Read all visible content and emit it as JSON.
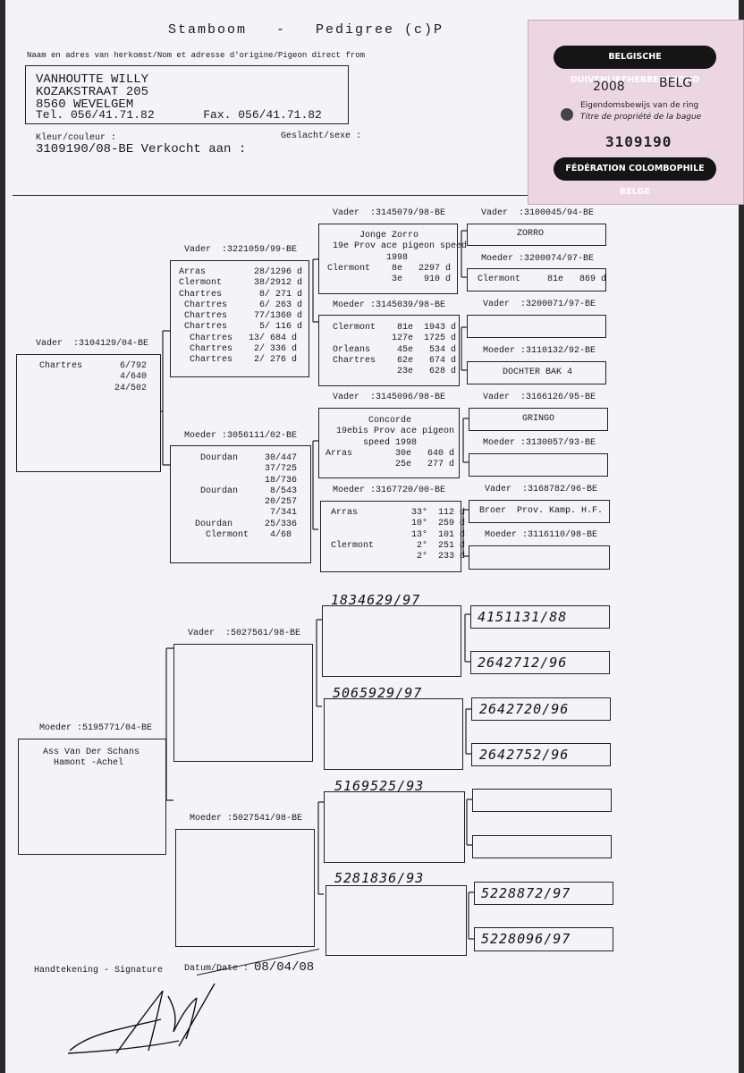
{
  "header": {
    "title": "Stamboom   -   Pedigree (c)P"
  },
  "origin": {
    "label": "Naam en adres van herkomst/Nom et adresse d'origine/Pigeon direct from",
    "lines": [
      "VANHOUTTE WILLY",
      "KOZAKSTRAAT 205",
      "8560 WEVELGEM",
      "Tel. 056/41.71.82       Fax. 056/41.71.82"
    ]
  },
  "color_label": "Kleur/couleur :",
  "sex_label": "Geslacht/sexe :",
  "pigeon_line": "3109190/08-BE Verkocht aan :",
  "ticket": {
    "top_banner": "BELGISCHE DUIVENLIEFHEBBERSBOND",
    "year": "2008",
    "country": "BELG",
    "line1": "Eigendomsbewijs van de ring",
    "line2": "Titre de propriété de la bague",
    "number": "3109190",
    "bottom_banner": "FÉDÉRATION COLOMBOPHILE BELGE"
  },
  "gen1": {
    "father": {
      "label": "Vader  :3104129/04-BE",
      "records": "Chartres       6/792\n               4/640\n              24/502"
    },
    "mother": {
      "label": "Moeder :5195771/04-BE",
      "records": "  Ass Van Der Schans\n    Hamont -Achel"
    }
  },
  "gen2": {
    "ff": {
      "label": "Vader  :3221059/99-BE",
      "records": "Arras         28/1296 d\nClermont      38/2912 d\nChartres       8/ 271 d\n Chartres      6/ 263 d\n Chartres     77/1360 d\n Chartres      5/ 116 d\n  Chartres   13/ 684 d\n  Chartres    2/ 336 d\n  Chartres    2/ 276 d"
    },
    "fm": {
      "label": "Moeder :3056111/02-BE",
      "records": "    Dourdan     30/447\n                37/725\n                18/736\n    Dourdan      8/543\n                20/257\n                 7/341\n   Dourdan      25/336\n     Clermont    4/68"
    },
    "mf": {
      "label": "Vader  :5027561/98-BE"
    },
    "mm": {
      "label": "Moeder :5027541/98-BE"
    }
  },
  "gen3": {
    "fff": {
      "label": "Vader  :3145079/98-BE",
      "records": "       Jonge Zorro\n  19e Prov ace pigeon speed\n            1998\n Clermont    8e   2297 d\n             3e    910 d"
    },
    "ffm": {
      "label": "Moeder :3145039/98-BE",
      "records": "Clermont    81e  1943 d\n           127e  1725 d\nOrleans     45e   534 d\nChartres    62e   674 d\n            23e   628 d"
    },
    "fmf": {
      "label": "Vader  :3145096/98-BE",
      "records": "        Concorde\n  19ebis Prov ace pigeon\n       speed 1998\nArras        30e   640 d\n             25e   277 d"
    },
    "fmm": {
      "label": "Moeder :3167720/00-BE",
      "records": "Arras          33°  112 d\n               10°  259 d\n               13°  101 d\nClermont        2°  251 d\n                2°  233 d"
    },
    "mff": {
      "hw": "1834629/97"
    },
    "mfm": {
      "hw": "5065929/97"
    },
    "mmf": {
      "hw": "5169525/93"
    },
    "mmm": {
      "hw": "5281836/93"
    }
  },
  "gen4": {
    "a": {
      "label": "Vader  :3100045/94-BE",
      "text": "ZORRO"
    },
    "b": {
      "label": "Moeder :3200074/97-BE",
      "text": "Clermont     81e   869 d"
    },
    "c": {
      "label": "Vader  :3200071/97-BE",
      "text": ""
    },
    "d": {
      "label": "Moeder :3110132/92-BE",
      "text": "DOCHTER BAK 4"
    },
    "e": {
      "label": "Vader  :3166126/95-BE",
      "text": "GRINGO"
    },
    "f": {
      "label": "Moeder :3130057/93-BE",
      "text": ""
    },
    "g": {
      "label": "Vader  :3168782/96-BE",
      "text": "Broer  Prov. Kamp. H.F."
    },
    "h": {
      "label": "Moeder :3116110/98-BE",
      "text": ""
    },
    "i": {
      "hw": "4151131/88"
    },
    "j": {
      "hw": "2642712/96"
    },
    "k": {
      "hw": "2642720/96"
    },
    "l": {
      "hw": "2642752/96"
    }
  },
  "footer": {
    "signature_label": "Handtekening - Signature",
    "date_label": "Datum/Date :",
    "date_value": "08/04/08"
  }
}
